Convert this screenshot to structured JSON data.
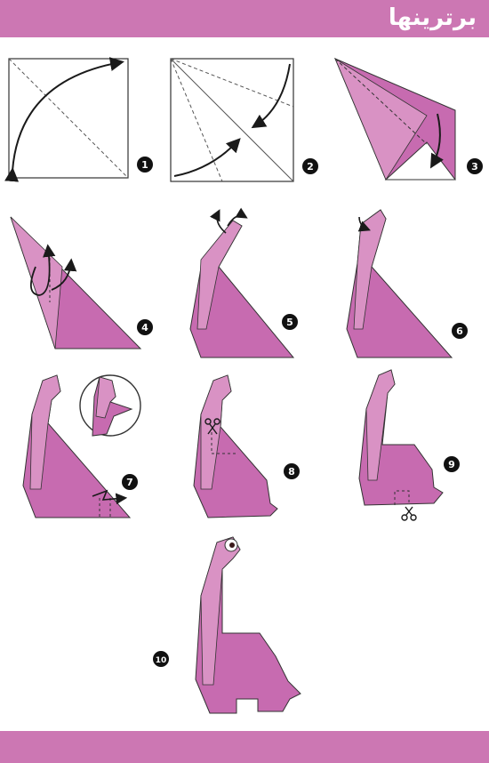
{
  "header": {
    "logo_text": "برترینها"
  },
  "colors": {
    "band": "#cc77b3",
    "paper": "#c76bb0",
    "paper_light": "#d992c4",
    "paper_dark": "#a34e8f",
    "ink": "#1a1a1a"
  },
  "steps": [
    {
      "number": "1"
    },
    {
      "number": "2"
    },
    {
      "number": "3"
    },
    {
      "number": "4"
    },
    {
      "number": "5"
    },
    {
      "number": "6"
    },
    {
      "number": "7"
    },
    {
      "number": "8"
    },
    {
      "number": "9"
    },
    {
      "number": "10"
    }
  ]
}
